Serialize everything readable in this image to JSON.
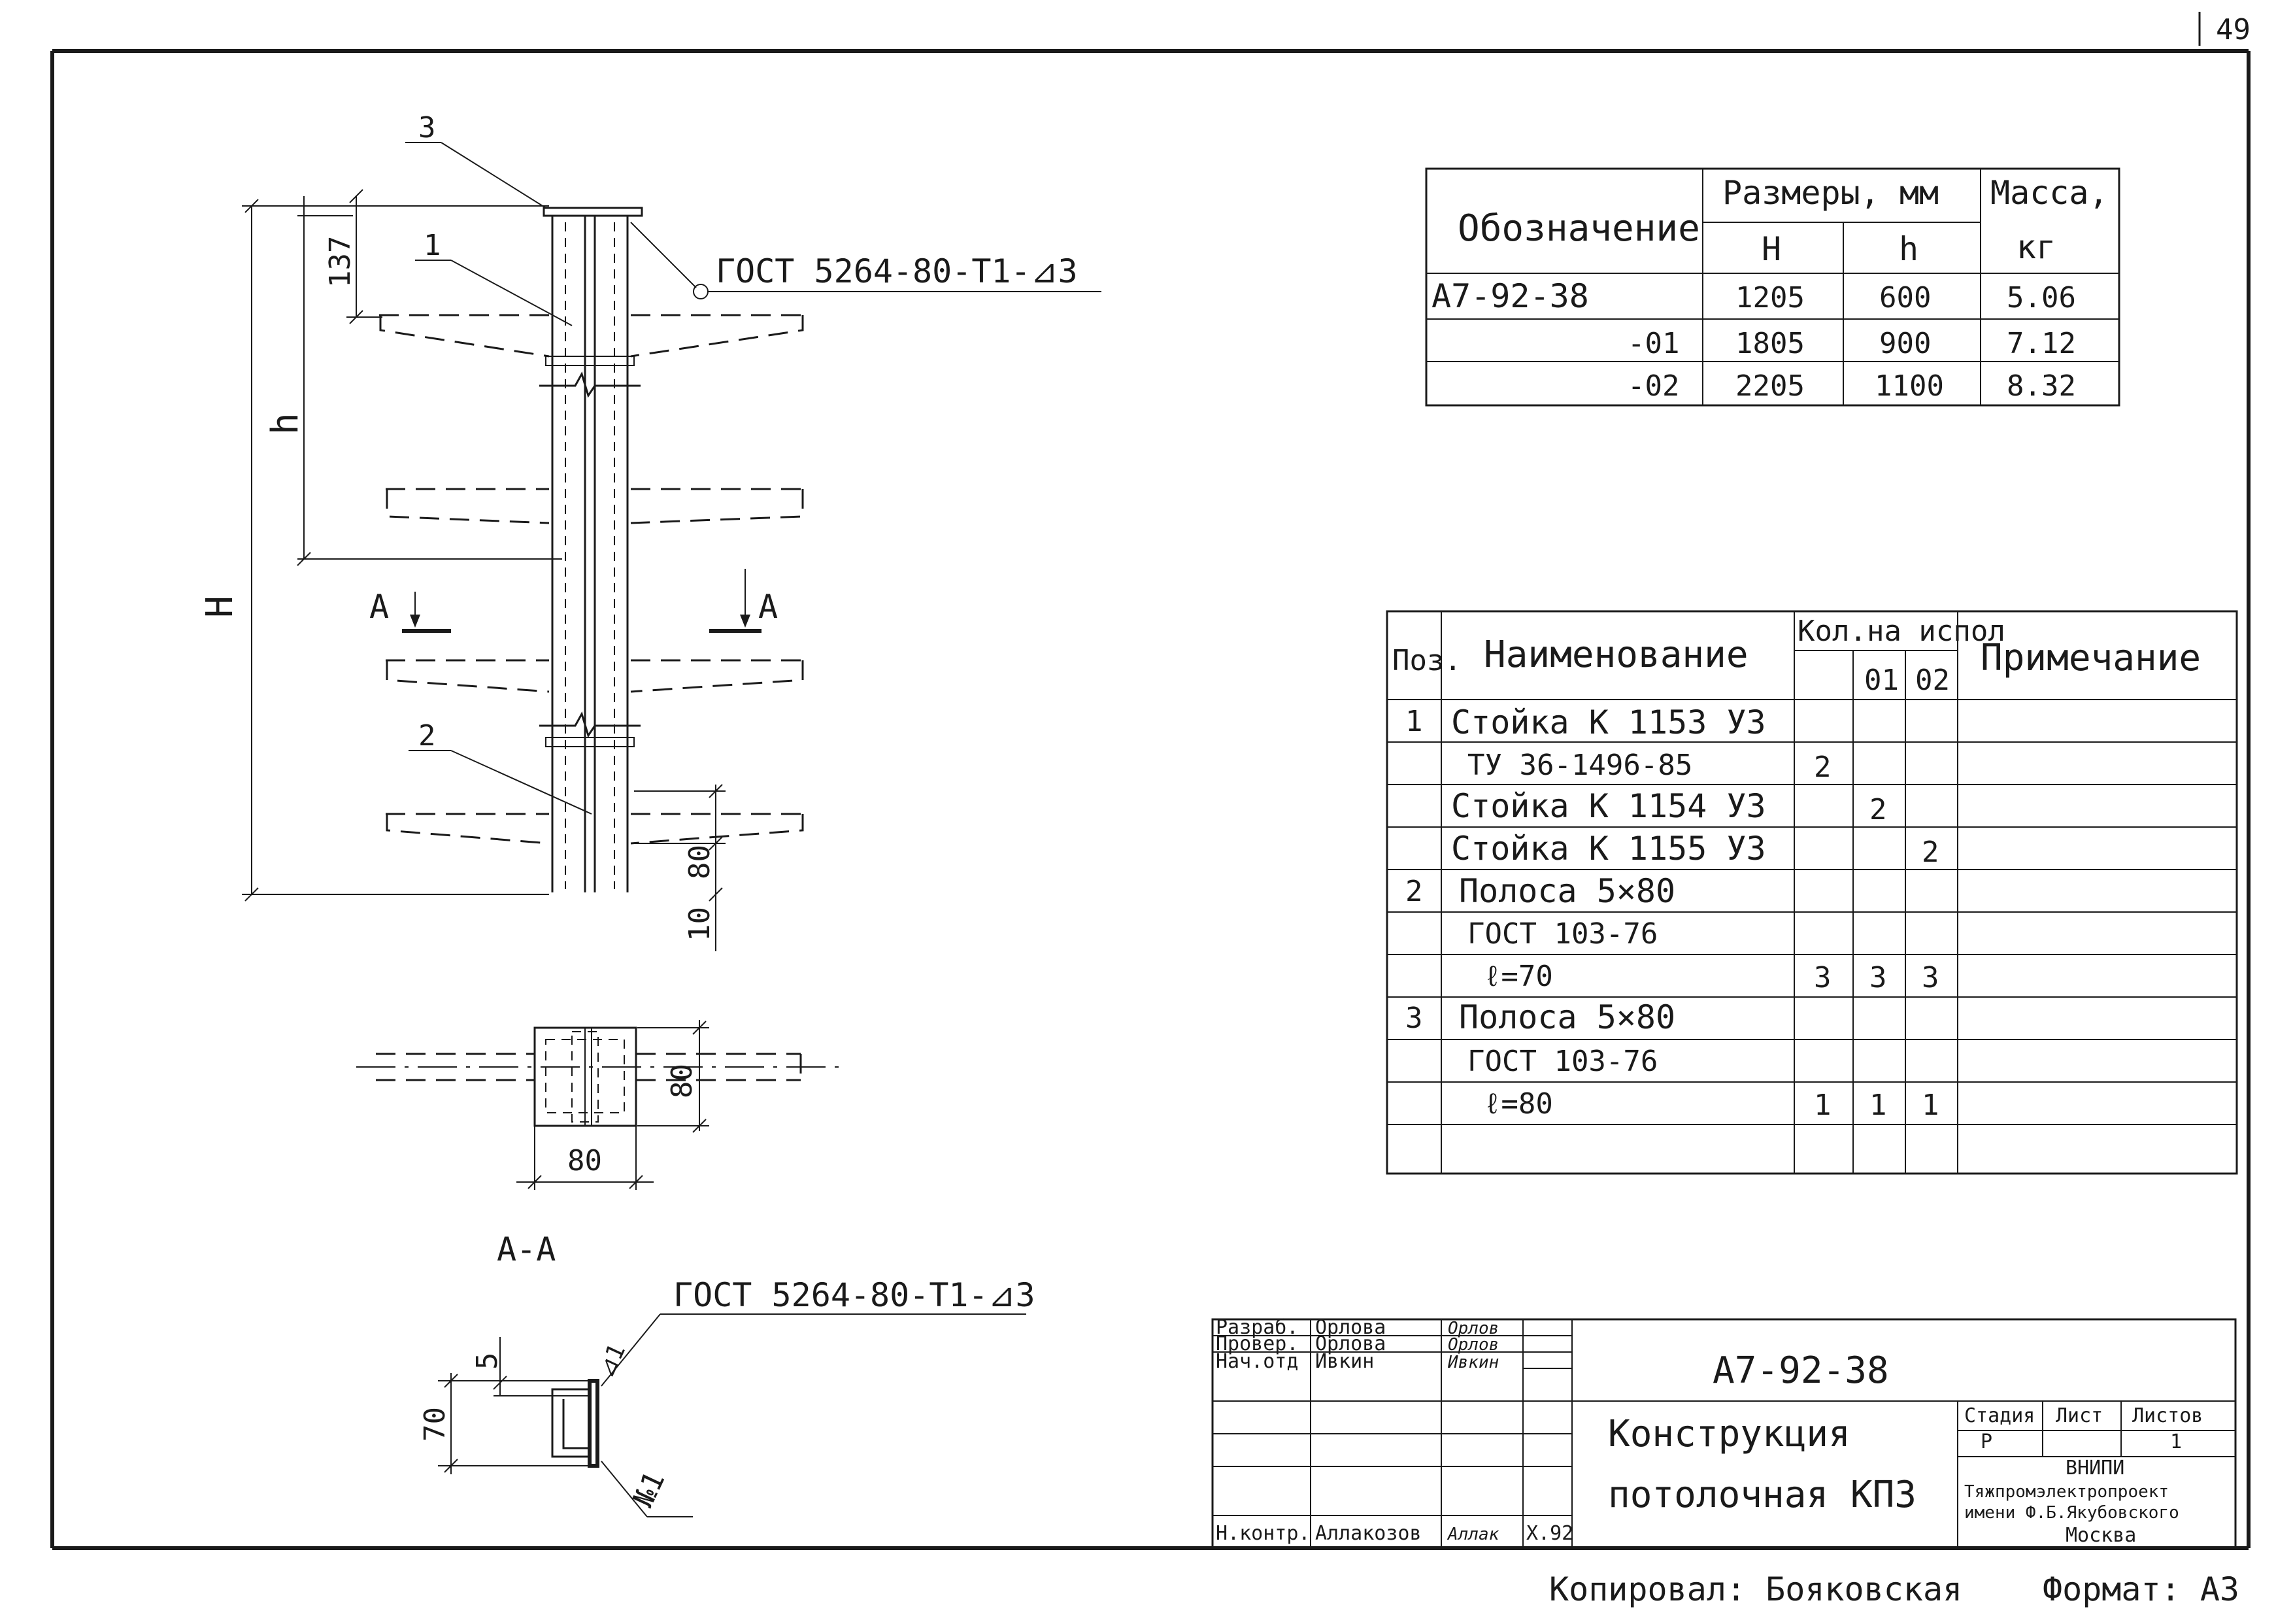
{
  "page_number": "49",
  "drawing_code": "А7-92-38",
  "title_line1": "Конструкция",
  "title_line2": "потолочная КП3",
  "callouts": {
    "weld_note": "ГОСТ 5264-80-Т1-⊿3",
    "weld_note_section": "ГОСТ 5264-80-Т1-⊿3",
    "pos1": "1",
    "pos2": "2",
    "pos3": "3",
    "weld_leg": "⊿1",
    "weld_num": "№1"
  },
  "dimensions": {
    "d137": "137",
    "h": "h",
    "H": "H",
    "d80_side": "80",
    "d10": "10",
    "d80_plan_v": "80",
    "d80_plan_h": "80",
    "d5": "5",
    "d70": "70",
    "section_mark": "А",
    "section_label": "А-А"
  },
  "size_table": {
    "h_designation": "Обозначение",
    "h_sizes": "Размеры, мм",
    "h_mass": "Масса,",
    "h_mass_unit": "кг",
    "h_H": "Н",
    "h_h": "h",
    "rows": [
      {
        "designation": "А7-92-38",
        "H": "1205",
        "h": "600",
        "mass": "5.06"
      },
      {
        "designation": "-01",
        "H": "1805",
        "h": "900",
        "mass": "7.12"
      },
      {
        "designation": "-02",
        "H": "2205",
        "h": "1100",
        "mass": "8.32"
      }
    ]
  },
  "spec_table": {
    "h_pos": "Поз.",
    "h_name": "Наименование",
    "h_qty": "Кол.на испол",
    "h_qty_cols": [
      "",
      "01",
      "02"
    ],
    "h_note": "Примечание",
    "rows": [
      {
        "pos": "1",
        "name": "Стойка К 1153 У3",
        "q0": "",
        "q1": "",
        "q2": ""
      },
      {
        "pos": "",
        "name": "ТУ 36-1496-85",
        "q0": "2",
        "q1": "",
        "q2": ""
      },
      {
        "pos": "",
        "name": "Стойка К 1154 У3",
        "q0": "",
        "q1": "2",
        "q2": ""
      },
      {
        "pos": "",
        "name": "Стойка К 1155 У3",
        "q0": "",
        "q1": "",
        "q2": "2"
      },
      {
        "pos": "2",
        "name": "Полоса 5×80",
        "q0": "",
        "q1": "",
        "q2": ""
      },
      {
        "pos": "",
        "name": "ГОСТ 103-76",
        "q0": "",
        "q1": "",
        "q2": ""
      },
      {
        "pos": "",
        "name": "ℓ=70",
        "q0": "3",
        "q1": "3",
        "q2": "3"
      },
      {
        "pos": "3",
        "name": "Полоса 5×80",
        "q0": "",
        "q1": "",
        "q2": ""
      },
      {
        "pos": "",
        "name": "ГОСТ 103-76",
        "q0": "",
        "q1": "",
        "q2": ""
      },
      {
        "pos": "",
        "name": "ℓ=80",
        "q0": "1",
        "q1": "1",
        "q2": "1"
      },
      {
        "pos": "",
        "name": "",
        "q0": "",
        "q1": "",
        "q2": ""
      }
    ]
  },
  "title_block": {
    "rows": [
      {
        "role": "Разраб.",
        "name": "Орлова",
        "sign": "Орлов"
      },
      {
        "role": "Провер.",
        "name": "Орлова",
        "sign": "Орлов"
      },
      {
        "role": "Нач.отд",
        "name": "Ивкин",
        "sign": "Ивкин"
      }
    ],
    "norm_role": "Н.контр.",
    "norm_name": "Аллакозов",
    "norm_sign": "Аллак",
    "norm_date": "X.92",
    "stage_label": "Стадия",
    "sheet_label": "Лист",
    "sheets_label": "Листов",
    "stage_value": "Р",
    "sheets_value": "1",
    "org_line1": "ВНИПИ",
    "org_line2": "Тяжпромэлектропроект",
    "org_line3": "имени Ф.Б.Якубовского",
    "org_line4": "Москва"
  },
  "footer": {
    "copied": "Копировал: Бояковская",
    "format": "Формат: А3"
  }
}
